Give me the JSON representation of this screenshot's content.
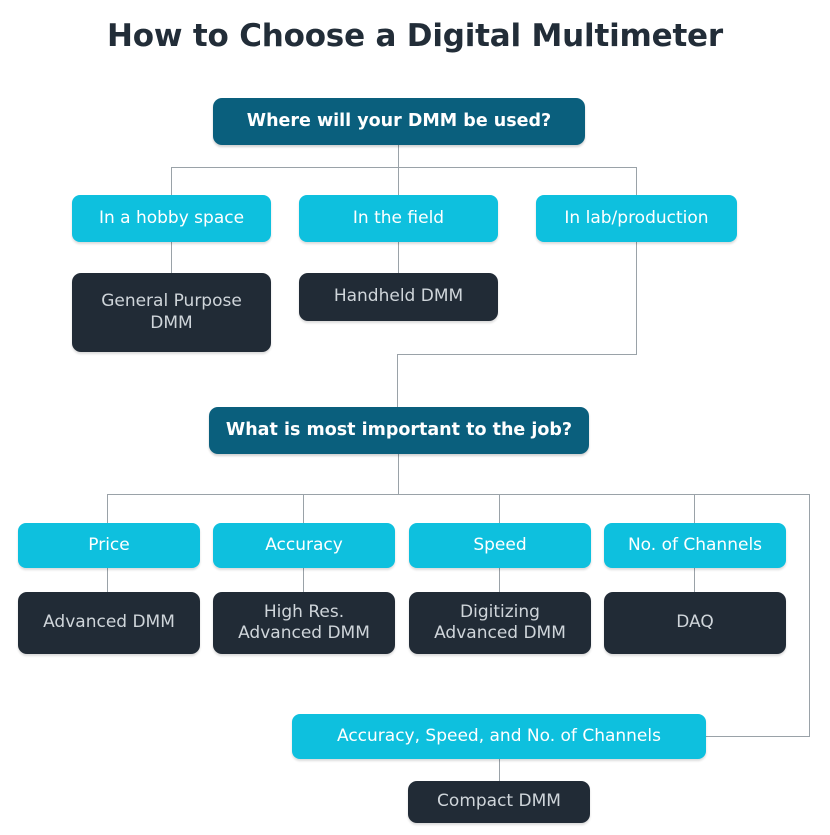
{
  "page": {
    "title": "How to Choose a Digital Multimeter",
    "background_color": "#ffffff",
    "title_color": "#222d38"
  },
  "palette": {
    "decision": "#0a5f7d",
    "option": "#0ec0de",
    "result": "#212b36",
    "connector": "#9aa2a8",
    "decision_text": "#ffffff",
    "option_text": "#ffffff",
    "result_text": "#cfd5da"
  },
  "flowchart": {
    "type": "decision-tree",
    "decisions": [
      {
        "id": "q1",
        "label": "Where will your DMM be used?"
      },
      {
        "id": "q2",
        "label": "What is most important to the job?"
      }
    ],
    "q1_options": [
      {
        "id": "o1",
        "label": "In a hobby space",
        "result": "General Purpose DMM"
      },
      {
        "id": "o2",
        "label": "In the field",
        "result": "Handheld DMM"
      },
      {
        "id": "o3",
        "label": "In lab/production",
        "result": null
      }
    ],
    "q1_results": [
      {
        "id": "r1",
        "label": "General Purpose DMM"
      },
      {
        "id": "r2",
        "label": "Handheld DMM"
      }
    ],
    "q2_options": [
      {
        "id": "o4",
        "label": "Price",
        "result": "Advanced DMM"
      },
      {
        "id": "o5",
        "label": "Accuracy",
        "result": "High Res. Advanced DMM"
      },
      {
        "id": "o6",
        "label": "Speed",
        "result": "Digitizing Advanced DMM"
      },
      {
        "id": "o7",
        "label": "No. of Channels",
        "result": "DAQ"
      }
    ],
    "q2_results": [
      {
        "id": "r3",
        "label": "Advanced DMM"
      },
      {
        "id": "r4_line1",
        "label": "High Res."
      },
      {
        "id": "r4_line2",
        "label": "Advanced DMM"
      },
      {
        "id": "r5_line1",
        "label": "Digitizing"
      },
      {
        "id": "r5_line2",
        "label": "Advanced DMM"
      },
      {
        "id": "r6",
        "label": "DAQ"
      }
    ],
    "combined": {
      "option": "Accuracy, Speed, and No. of Channels",
      "result": "Compact DMM"
    },
    "result_multiline": {
      "general_purpose_line1": "General Purpose",
      "general_purpose_line2": "DMM"
    }
  }
}
